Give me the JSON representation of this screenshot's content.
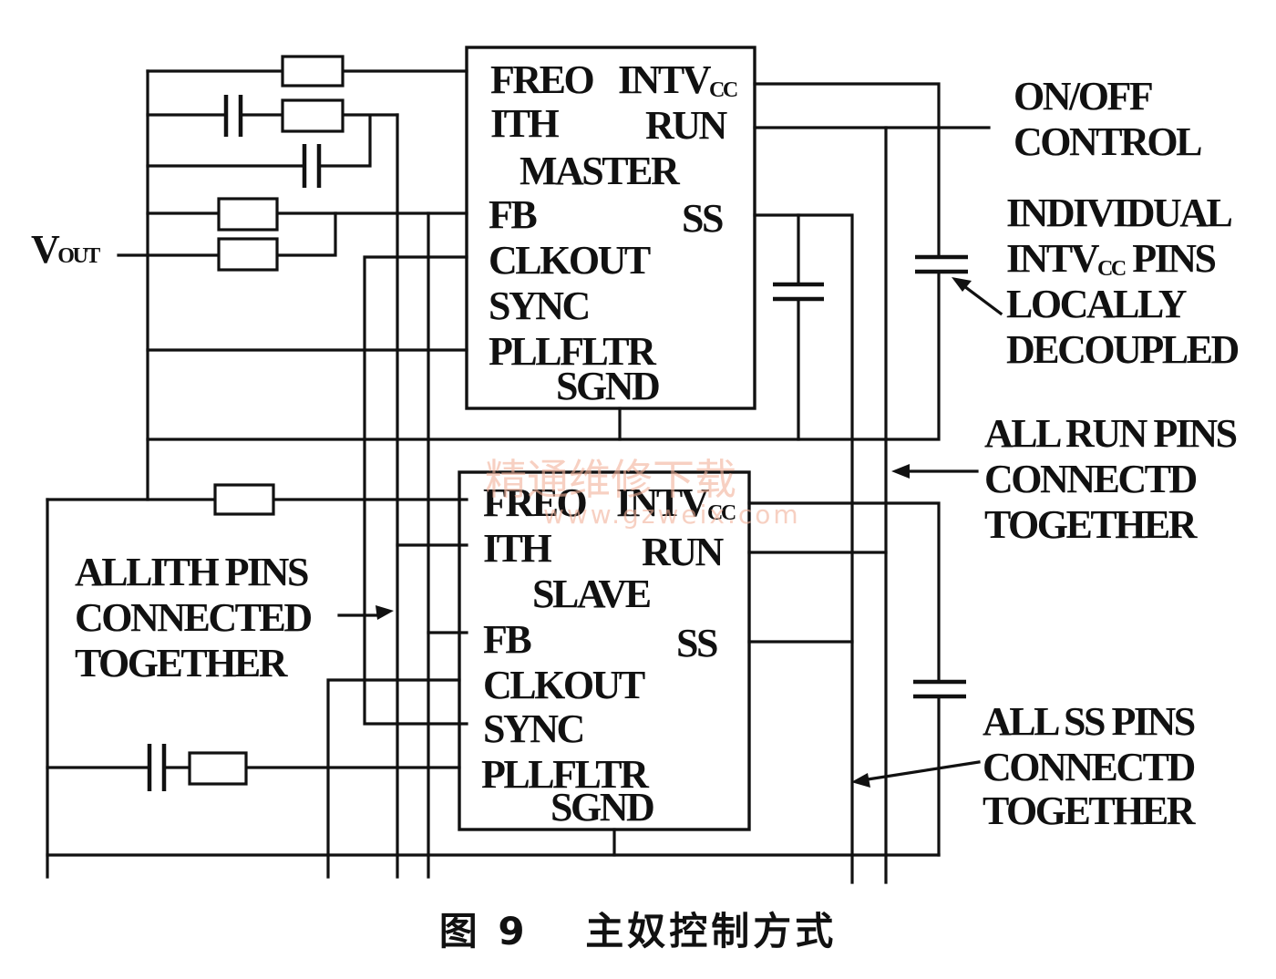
{
  "master": {
    "freq_pin": "FREO",
    "intv_pin": "INTV",
    "intv_sub": "CC",
    "ith_pin": "ITH",
    "run_pin": "RUN",
    "name": "MASTER",
    "fb_pin": "FB",
    "ss_pin": "SS",
    "clkout_pin": "CLKOUT",
    "sync_pin": "SYNC",
    "pllfltr_pin": "PLLFLTR",
    "sgnd_pin": "SGND"
  },
  "slave": {
    "freq_pin": "FREO",
    "intv_pin": "INTV",
    "intv_sub": "CC",
    "ith_pin": "ITH",
    "run_pin": "RUN",
    "name": "SLAVE",
    "fb_pin": "FB",
    "ss_pin": "SS",
    "clkout_pin": "CLKOUT",
    "sync_pin": "SYNC",
    "pllfltr_pin": "PLLFLTR",
    "sgnd_pin": "SGND"
  },
  "vout": {
    "main": "V",
    "sub": "OUT"
  },
  "annotations": {
    "on_off": [
      "ON/OFF",
      "CONTROL"
    ],
    "intvcc_note": [
      "INDIVIDUAL",
      "INTV",
      "CC",
      " PINS",
      "LOCALLY",
      "DECOUPLED"
    ],
    "run_note": [
      "ALL RUN PINS",
      "CONNECTD",
      "TOGETHER"
    ],
    "ith_note": [
      "ALLITH PINS",
      "CONNECTED",
      "TOGETHER"
    ],
    "ss_note": [
      "ALL SS PINS",
      "CONNECTD",
      "TOGETHER"
    ]
  },
  "watermark": {
    "cn": "精通维修下载",
    "url": "www.gzweix.com"
  },
  "caption": {
    "figure": "图 9",
    "title": "主奴控制方式"
  }
}
